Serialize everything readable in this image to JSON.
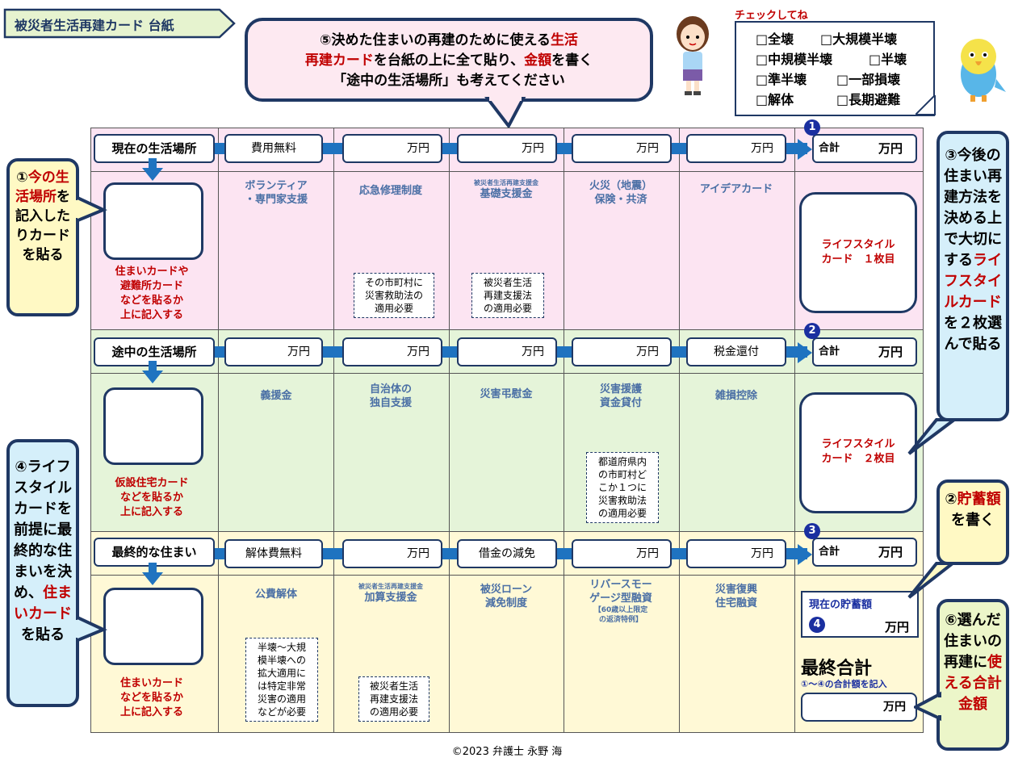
{
  "title": "被災者生活再建カード 台紙",
  "callout5": {
    "line1a": "⑤決めた住まいの再建のために使える",
    "line1b": "生活",
    "line2a": "再建カード",
    "line2b": "を台紙の上に全て貼り、",
    "line2c": "金額",
    "line2d": "を書く",
    "line3": "「途中の生活場所」も考えてください"
  },
  "checklist": {
    "title": "チェックしてね",
    "rows": [
      [
        "□全壊",
        "□大規模半壊"
      ],
      [
        "□中規模半壊",
        "□半壊"
      ],
      [
        "□準半壊",
        "□一部損壊"
      ],
      [
        "□解体",
        "□長期避難"
      ]
    ]
  },
  "rows": [
    {
      "label": "現在の生活場所",
      "boxes": [
        "費用無料",
        "万円",
        "万円",
        "万円",
        "万円"
      ],
      "total_marker": "1",
      "total_label": "合計",
      "total_unit": "万円",
      "categories": [
        {
          "small": "",
          "text": "ボランティア\n・専門家支援"
        },
        {
          "small": "",
          "text": "応急修理制度"
        },
        {
          "small": "被災者生活再建支援金",
          "text": "基礎支援金"
        },
        {
          "small": "",
          "text": "火災（地震）\n保険・共済"
        },
        {
          "small": "",
          "text": "アイデアカード"
        }
      ],
      "notes": [
        "その市町村に\n災害救助法の\n適用必要",
        "被災者生活\n再建支援法\nの適用必要"
      ],
      "left_caption": "住まいカードや\n避難所カード\nなどを貼るか\n上に記入する",
      "lifestyle": "ライフスタイル\nカード　１枚目"
    },
    {
      "label": "途中の生活場所",
      "boxes": [
        "万円",
        "万円",
        "万円",
        "万円",
        "税金還付"
      ],
      "total_marker": "2",
      "total_label": "合計",
      "total_unit": "万円",
      "categories": [
        {
          "small": "",
          "text": "義援金"
        },
        {
          "small": "",
          "text": "自治体の\n独自支援"
        },
        {
          "small": "",
          "text": "災害弔慰金"
        },
        {
          "small": "",
          "text": "災害援護\n資金貸付"
        },
        {
          "small": "",
          "text": "雑損控除"
        }
      ],
      "notes": [
        "都道府県内\nの市町村ど\nこか１つに\n災害救助法\nの適用必要"
      ],
      "left_caption": "仮設住宅カード\nなどを貼るか\n上に記入する",
      "lifestyle": "ライフスタイル\nカード　２枚目"
    },
    {
      "label": "最終的な住まい",
      "boxes": [
        "解体費無料",
        "万円",
        "借金の減免",
        "万円",
        "万円"
      ],
      "total_marker": "3",
      "total_label": "合計",
      "total_unit": "万円",
      "categories": [
        {
          "small": "",
          "text": "公費解体"
        },
        {
          "small": "被災者生活再建支援金",
          "text": "加算支援金"
        },
        {
          "small": "",
          "text": "被災ローン\n減免制度"
        },
        {
          "small": "",
          "text": "リバースモー\nゲージ型融資",
          "extra": "【60歳以上限定\nの返済特例】"
        },
        {
          "small": "",
          "text": "災害復興\n住宅融資"
        }
      ],
      "notes": [
        "半壊～大規\n模半壊への\n拡大適用に\nは特定非常\n災害の適用\nなどが必要",
        "被災者生活\n再建支援法\nの適用必要"
      ],
      "left_caption": "住まいカード\nなどを貼るか\n上に記入する"
    }
  ],
  "savings": {
    "label": "現在の貯蓄額",
    "marker": "4",
    "unit": "万円"
  },
  "final": {
    "title": "最終合計",
    "sub": "①～④の合計額を記入",
    "unit": "万円"
  },
  "side1": {
    "a": "①",
    "b": "今の生活場所",
    "c": "を記入したりカードを貼る"
  },
  "side3": {
    "a": "③今後の住まい再建方法を決める上で大切にする",
    "b": "ライフスタイルカード",
    "c": "を２枚選んで貼る"
  },
  "side4": {
    "a": "④ライフスタイルカードを前提に最終的な住まいを決め、",
    "b": "住まいカード",
    "c": "を貼る"
  },
  "side2": {
    "a": "②",
    "b": "貯蓄額",
    "c": "を書く"
  },
  "side6": {
    "a": "⑥選んだ住まいの再建に",
    "b": "使える合計金額"
  },
  "footer": "©2023 弁護士 永野 海",
  "colors": {
    "navy": "#1f3864",
    "arrow": "#1f73c0",
    "red": "#c00000",
    "pink": "#fce4f2",
    "green": "#e5f4d9",
    "yellow": "#fff9d6"
  }
}
